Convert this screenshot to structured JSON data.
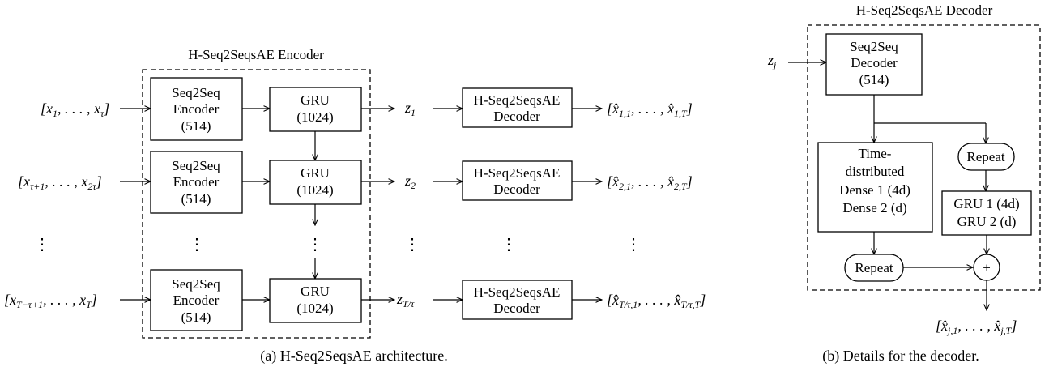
{
  "encoder": {
    "title": "H-Seq2SeqsAE Encoder",
    "seq2seq_line1": "Seq2Seq",
    "seq2seq_line2": "Encoder",
    "seq2seq_line3": "(514)",
    "gru_line1": "GRU",
    "gru_line2": "(1024)"
  },
  "inputs": {
    "row1": {
      "open": "[x",
      "s1": "1",
      "mid": ", . . . , x",
      "s2": "τ",
      "close": "]"
    },
    "row2": {
      "open": "[x",
      "s1": "τ+1",
      "mid": ", . . . , x",
      "s2": "2τ",
      "close": "]"
    },
    "row3": {
      "open": "[x",
      "s1": "T−τ+1",
      "mid": ", . . . , x",
      "s2": "T",
      "close": "]"
    }
  },
  "latents": {
    "row1": {
      "base": "z",
      "sub": "1"
    },
    "row2": {
      "base": "z",
      "sub": "2"
    },
    "row3": {
      "base": "z",
      "sub": "T/τ"
    }
  },
  "decoder_box": {
    "line1": "H-Seq2SeqsAE",
    "line2": "Decoder"
  },
  "outputs": {
    "row1": {
      "open": "[x̂",
      "s1": "1,1",
      "mid": ", . . . , x̂",
      "s2": "1,T",
      "close": "]"
    },
    "row2": {
      "open": "[x̂",
      "s1": "2,1",
      "mid": ", . . . , x̂",
      "s2": "2,T",
      "close": "]"
    },
    "row3": {
      "open": "[x̂",
      "s1": "T/τ,1",
      "mid": ", . . . , x̂",
      "s2": "T/τ,T",
      "close": "]"
    }
  },
  "ellipsis": "⋮",
  "caption_a": "(a) H-Seq2SeqsAE architecture.",
  "decoder_detail": {
    "title": "H-Seq2SeqsAE Decoder",
    "input": {
      "base": "z",
      "sub": "j"
    },
    "seq2seq_line1": "Seq2Seq",
    "seq2seq_line2": "Decoder",
    "seq2seq_line3": "(514)",
    "dense_line1": "Time-",
    "dense_line2": "distributed",
    "dense_line3": "Dense 1 (4d)",
    "dense_line4": "Dense 2 (d)",
    "repeat": "Repeat",
    "gru_line1": "GRU 1 (4d)",
    "gru_line2": "GRU 2 (d)",
    "plus": "+",
    "output": {
      "open": "[x̂",
      "s1": "j,1",
      "mid": ", . . . , x̂",
      "s2": "j,T",
      "close": "]"
    }
  },
  "caption_b": "(b) Details for the decoder."
}
